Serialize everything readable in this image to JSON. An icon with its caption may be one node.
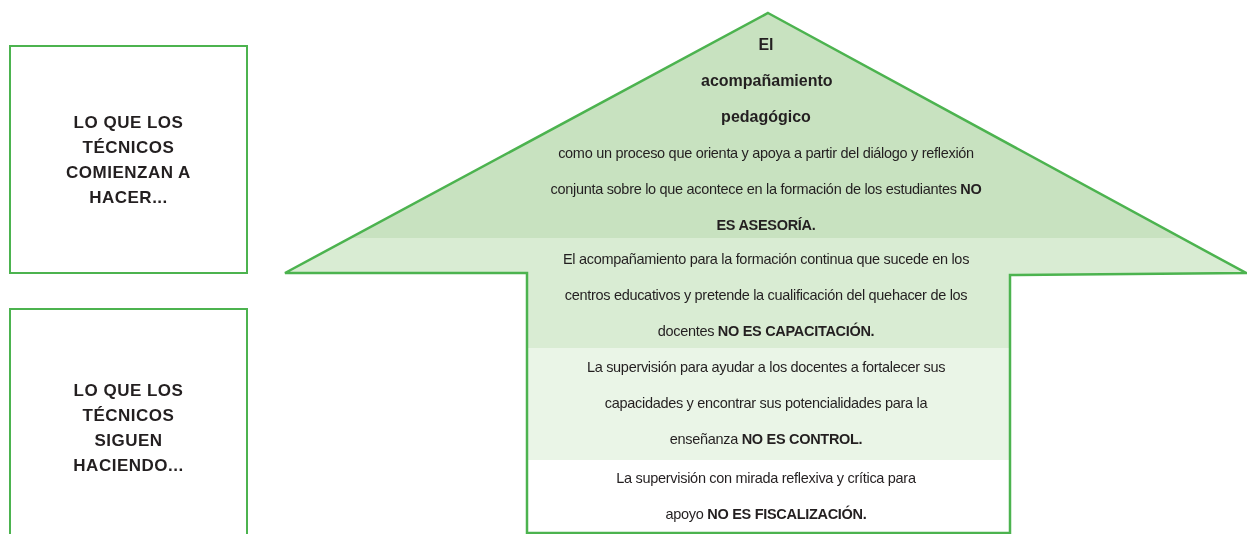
{
  "diagram": {
    "nodes": [
      {
        "text": [
          "LO QUE LOS TÉCNICOS COMIENZAN A HACER..."
        ]
      },
      {
        "text": [
          "LO QUE LOS TÉCNICOS SIGUEN HACIENDO..."
        ]
      },
      {
        "text": [],
        "shape": "arrow"
      },
      {
        "text": [
          "El acompañamiento pedagógico",
          "como un proceso que orienta y apoya a partir del diálogo y reflexión conjunta sobre lo que acontece en la formación de los estudiantes **NO ES ASESORÍA.**"
        ],
        "in": 2
      },
      {
        "text": [
          "El acompañamiento para la formación continua que sucede en los centros educativos y pretende la cualificación del quehacer de los docentes **NO ES CAPACITACIÓN.**"
        ],
        "in": 2
      },
      {
        "text": [
          "La supervisión para ayudar a los docentes a fortalecer sus capacidades y encontrar sus potencialidades para la enseñanza **NO ES CONTROL.**"
        ],
        "in": 2
      },
      {
        "text": [
          "La supervisión con mirada reflexiva y crítica para apoyo **NO ES FISCALIZACIÓN.**"
        ],
        "in": 2
      }
    ],
    "edges": []
  }
}
